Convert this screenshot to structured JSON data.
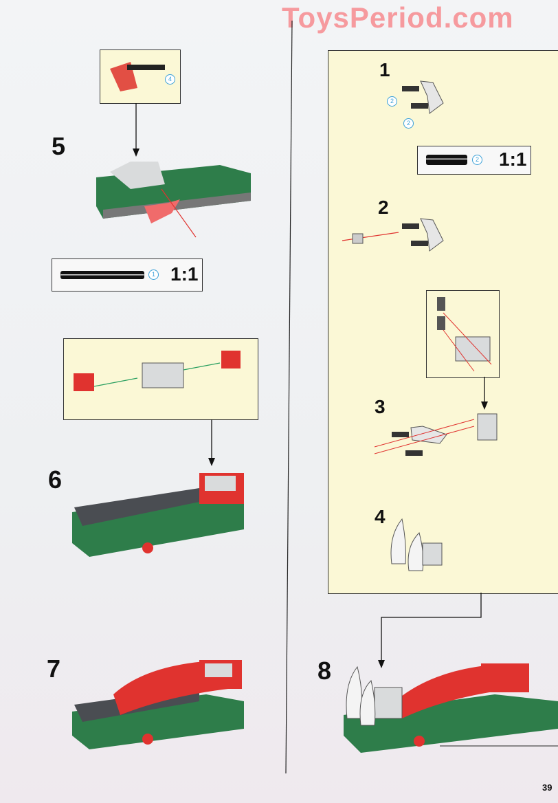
{
  "watermark": "ToysPeriod.com",
  "page_number": "39",
  "left_column": {
    "step5": {
      "number": "5",
      "callout_qty": "4"
    },
    "ruler1": {
      "qty": "1",
      "ratio": "1:1"
    },
    "step6": {
      "number": "6"
    },
    "step7": {
      "number": "7"
    }
  },
  "right_column": {
    "substep1": {
      "number": "1",
      "qty_a": "2",
      "qty_b": "2"
    },
    "ruler2": {
      "qty": "2",
      "ratio": "1:1"
    },
    "substep2": {
      "number": "2"
    },
    "substep3": {
      "number": "3"
    },
    "substep4": {
      "number": "4"
    },
    "step8": {
      "number": "8"
    }
  },
  "colors": {
    "panel": "#fbf8d6",
    "brick_green": "#2e7d4a",
    "brick_red": "#e0332f",
    "brick_dark_gray": "#4a4d52",
    "brick_light_gray": "#d9dbdc",
    "watermark": "#f69a9e"
  }
}
